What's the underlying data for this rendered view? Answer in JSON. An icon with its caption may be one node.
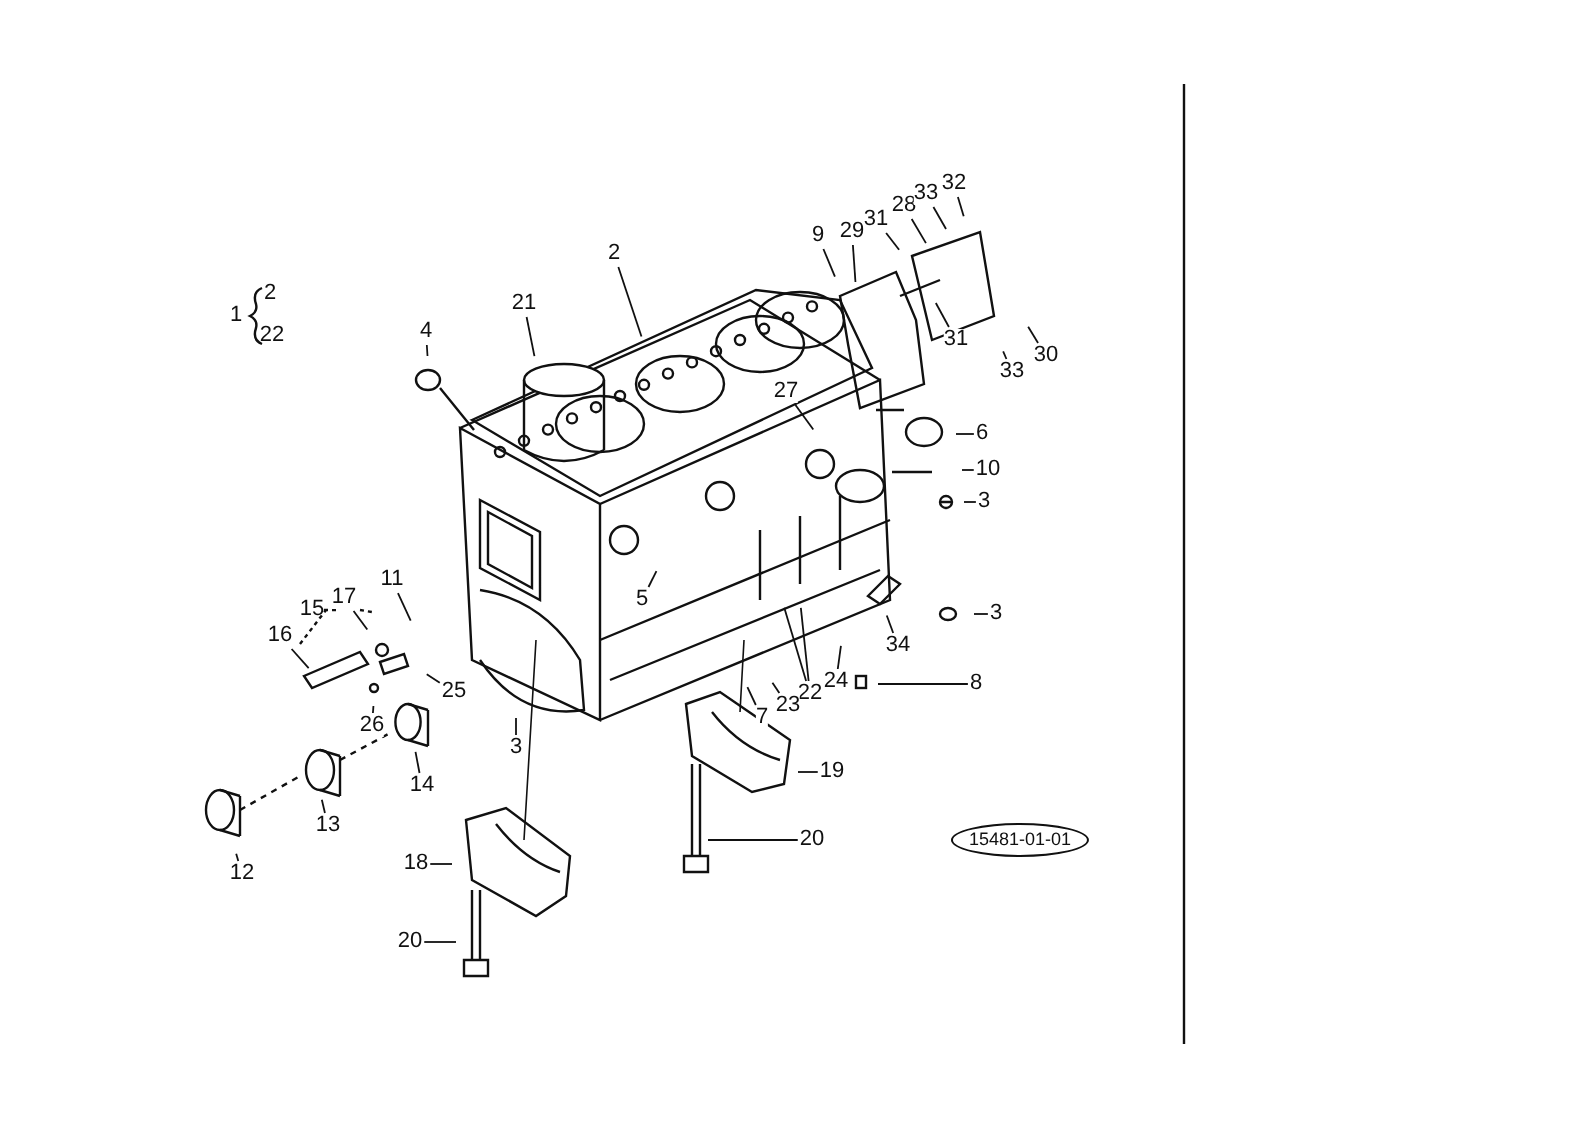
{
  "diagram": {
    "nodes": [
      {
        "text": [
          "2"
        ]
      },
      {
        "text": [
          "21"
        ]
      },
      {
        "text": [
          "4"
        ]
      },
      {
        "text": [
          "9"
        ]
      },
      {
        "text": [
          "29"
        ]
      },
      {
        "text": [
          "31"
        ]
      },
      {
        "text": [
          "28"
        ]
      },
      {
        "text": [
          "33"
        ]
      },
      {
        "text": [
          "32"
        ]
      },
      {
        "text": [
          "31"
        ]
      },
      {
        "text": [
          "30"
        ]
      },
      {
        "text": [
          "33"
        ]
      },
      {
        "text": [
          "27"
        ]
      },
      {
        "text": [
          "6"
        ]
      },
      {
        "text": [
          "10"
        ]
      },
      {
        "text": [
          "3"
        ]
      },
      {
        "text": [
          "5"
        ]
      },
      {
        "text": [
          "11"
        ]
      },
      {
        "text": [
          "17"
        ]
      },
      {
        "text": [
          "16"
        ]
      },
      {
        "text": [
          "3"
        ]
      },
      {
        "text": [
          "34"
        ]
      },
      {
        "text": [
          "25"
        ]
      },
      {
        "text": [
          "8"
        ]
      },
      {
        "text": [
          "24"
        ]
      },
      {
        "text": [
          "22"
        ]
      },
      {
        "text": [
          "23"
        ]
      },
      {
        "text": [
          "7"
        ]
      },
      {
        "text": [
          "26"
        ]
      },
      {
        "text": [
          "3"
        ]
      },
      {
        "text": [
          "14"
        ]
      },
      {
        "text": [
          "19"
        ]
      },
      {
        "text": [
          "13"
        ]
      },
      {
        "text": [
          "20"
        ]
      },
      {
        "text": [
          "12"
        ]
      },
      {
        "text": [
          "18"
        ]
      },
      {
        "text": [
          "15481-01-01"
        ]
      },
      {
        "text": [
          "20"
        ]
      }
    ],
    "edges": [
      {
        "from": 0,
        "to": null,
        "arrow": "none"
      },
      {
        "from": 1,
        "to": null,
        "arrow": "none"
      },
      {
        "from": 2,
        "to": null,
        "arrow": "none"
      },
      {
        "from": 3,
        "to": null,
        "arrow": "none"
      },
      {
        "from": 4,
        "to": null,
        "arrow": "none"
      },
      {
        "from": 5,
        "to": null,
        "arrow": "none"
      },
      {
        "from": 6,
        "to": null,
        "arrow": "none"
      },
      {
        "from": 7,
        "to": null,
        "arrow": "none"
      },
      {
        "from": 8,
        "to": null,
        "arrow": "none"
      },
      {
        "from": 9,
        "to": null,
        "arrow": "none"
      },
      {
        "from": 10,
        "to": null,
        "arrow": "none"
      },
      {
        "from": 11,
        "to": null,
        "arrow": "none"
      },
      {
        "from": 12,
        "to": null,
        "arrow": "none"
      },
      {
        "from": 13,
        "to": null,
        "arrow": "none"
      },
      {
        "from": 14,
        "to": null,
        "arrow": "none"
      },
      {
        "from": 15,
        "to": null,
        "arrow": "none"
      },
      {
        "from": 16,
        "to": null,
        "arrow": "none"
      },
      {
        "from": 17,
        "to": null,
        "arrow": "none"
      },
      {
        "from": 18,
        "to": null,
        "arrow": "none"
      },
      {
        "from": 19,
        "to": null,
        "arrow": "none"
      },
      {
        "from": 20,
        "to": null,
        "arrow": "none"
      },
      {
        "from": 21,
        "to": null,
        "arrow": "none"
      },
      {
        "from": 22,
        "to": null,
        "arrow": "none"
      },
      {
        "from": 23,
        "to": null,
        "arrow": "none"
      },
      {
        "from": 24,
        "to": null,
        "arrow": "none"
      },
      {
        "from": 25,
        "to": null,
        "arrow": "none"
      },
      {
        "from": 25,
        "to": null,
        "arrow": "none"
      },
      {
        "from": 26,
        "to": null,
        "arrow": "none"
      },
      {
        "from": 27,
        "to": null,
        "arrow": "none"
      },
      {
        "from": 28,
        "to": null,
        "arrow": "none"
      },
      {
        "from": 29,
        "to": null,
        "arrow": "none"
      },
      {
        "from": 30,
        "to": null,
        "arrow": "none"
      },
      {
        "from": 31,
        "to": null,
        "arrow": "none"
      },
      {
        "from": 32,
        "to": null,
        "arrow": "none"
      },
      {
        "from": 33,
        "to": null,
        "arrow": "none"
      },
      {
        "from": 34,
        "to": null,
        "arrow": "none"
      },
      {
        "from": 35,
        "to": null,
        "arrow": "none"
      },
      {
        "from": 37,
        "to": null,
        "arrow": "none"
      }
    ],
    "labels": [
      "1",
      "2",
      "22",
      "15"
    ]
  }
}
